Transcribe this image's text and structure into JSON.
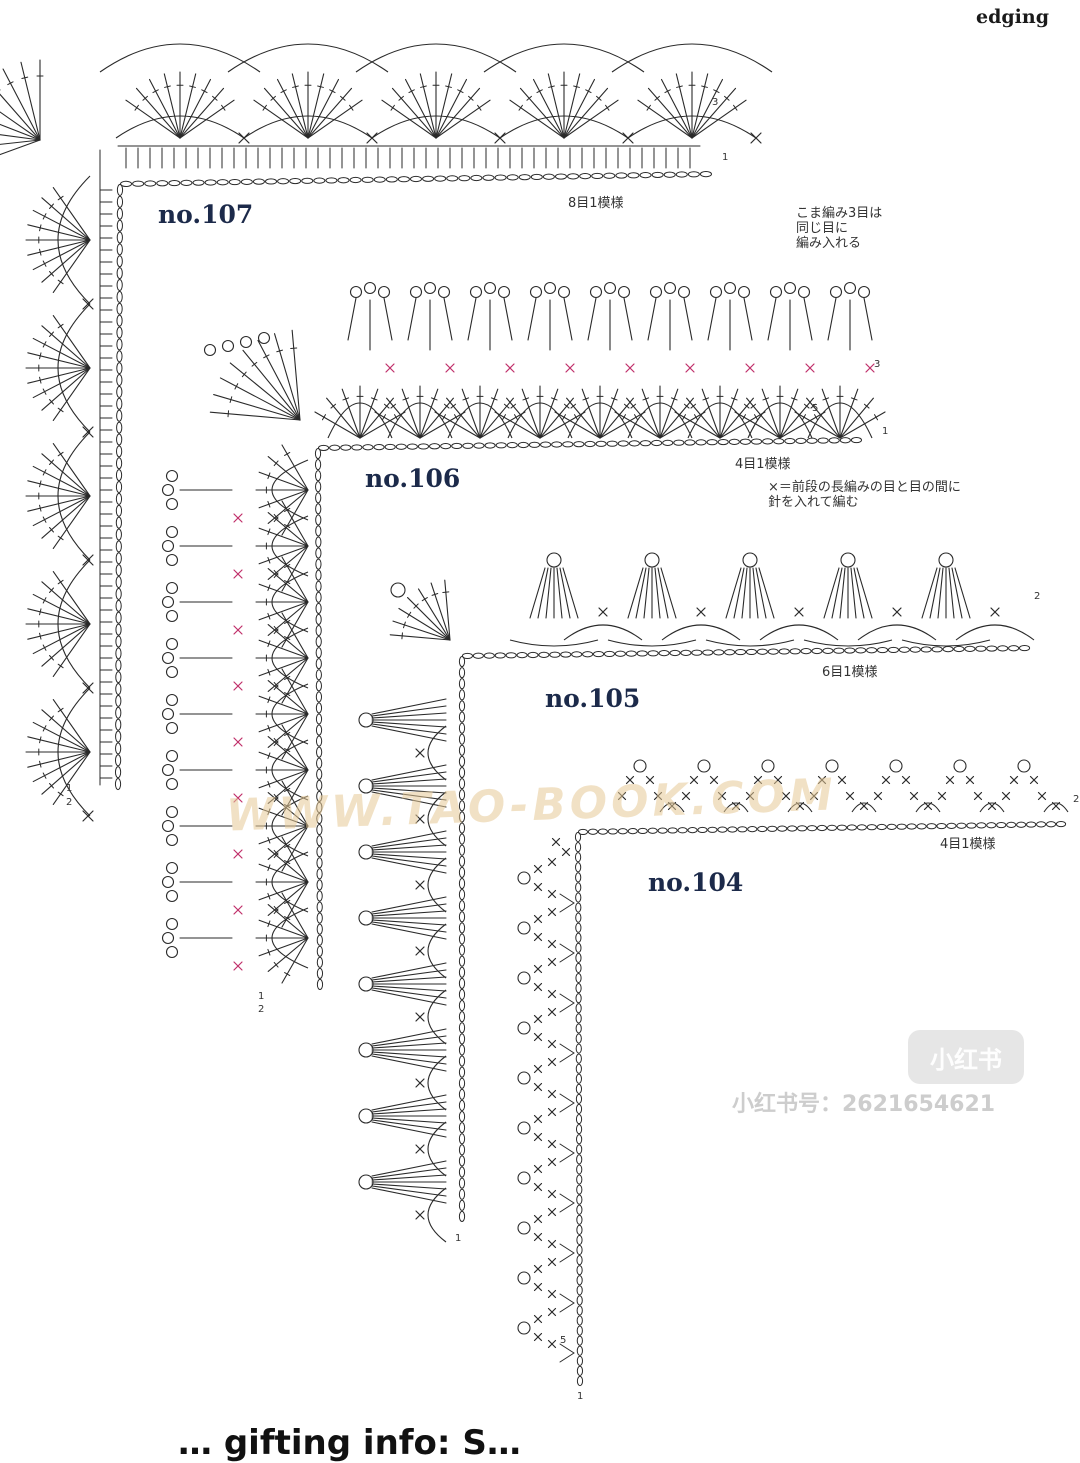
{
  "page": {
    "header": "edging",
    "footer_text": "… gifting info: S…"
  },
  "patterns": [
    {
      "id": "107",
      "label": "no.107",
      "repeat": "8目1模様",
      "rows": [
        "1",
        "3"
      ],
      "side_rows": [
        "1",
        "2"
      ]
    },
    {
      "id": "106",
      "label": "no.106",
      "repeat": "4目1模様",
      "rows": [
        "1",
        "3"
      ],
      "note_top": "こま編み3目は\n同じ目に\n編み入れる",
      "note_x": "×＝前段の長編みの目と目の間に\n針を入れて編む",
      "count_mark": "5",
      "side_rows": [
        "1",
        "2"
      ]
    },
    {
      "id": "105",
      "label": "no.105",
      "repeat": "6目1模様",
      "rows": [
        "2"
      ],
      "side_rows": [
        "1"
      ]
    },
    {
      "id": "104",
      "label": "no.104",
      "repeat": "4目1模様",
      "rows": [
        "2"
      ],
      "count_mark": "5",
      "side_rows": [
        "1"
      ]
    }
  ],
  "watermark": "WWW.TAO-BOOK.COM",
  "badge": "小红书",
  "user_id": "小红书号：2621654621",
  "colors": {
    "ink": "#2a2a2a",
    "accent_x": "#c0306a",
    "label": "#1c2a4a"
  }
}
